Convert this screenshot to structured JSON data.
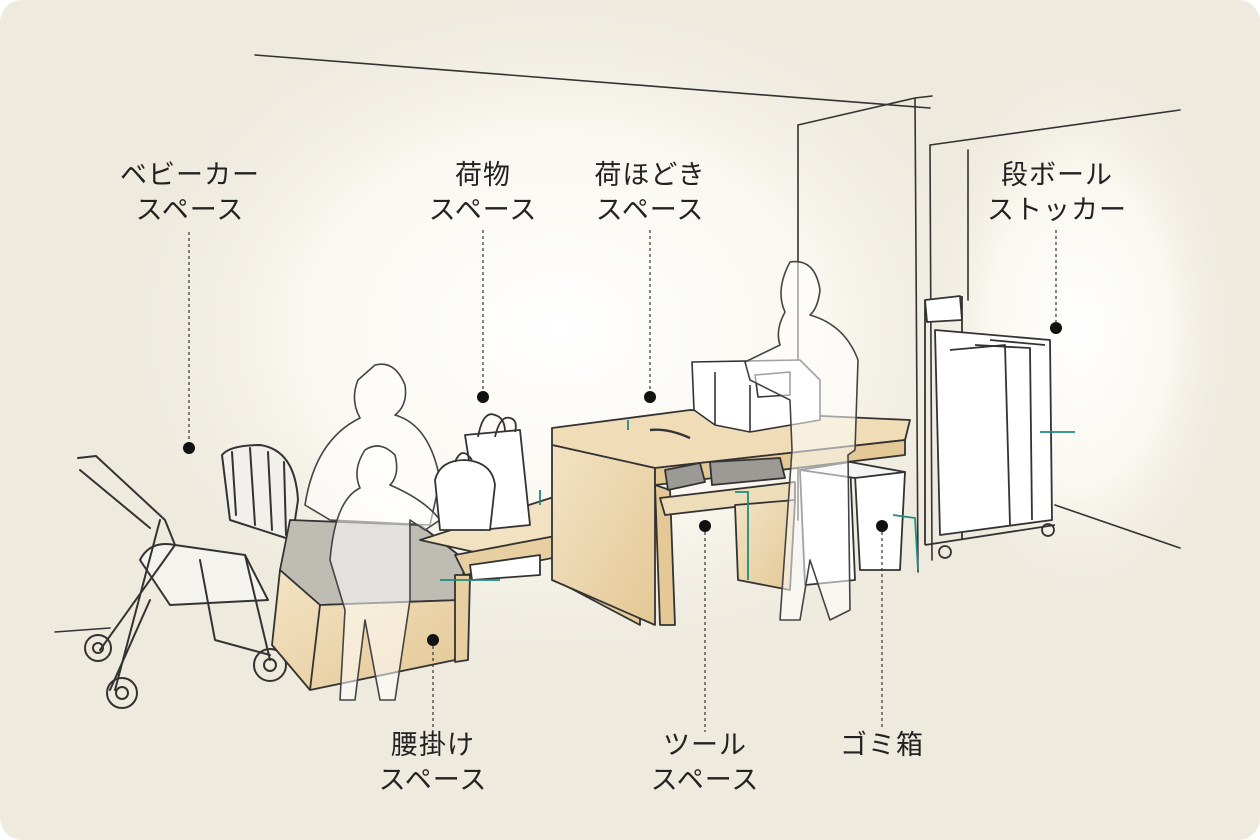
{
  "callouts": [
    {
      "id": "stroller",
      "lines": [
        "ベビーカー",
        "スペース"
      ]
    },
    {
      "id": "luggage",
      "lines": [
        "荷物",
        "スペース"
      ]
    },
    {
      "id": "unpacking",
      "lines": [
        "荷ほどき",
        "スペース"
      ]
    },
    {
      "id": "cardboard",
      "lines": [
        "段ボール",
        "ストッカー"
      ]
    },
    {
      "id": "seating",
      "lines": [
        "腰掛け",
        "スペース"
      ]
    },
    {
      "id": "tool",
      "lines": [
        "ツール",
        "スペース"
      ]
    },
    {
      "id": "trash",
      "lines": [
        "ゴミ箱"
      ]
    }
  ],
  "colors": {
    "background": "#eeeade",
    "wood": "#ecd7b0",
    "accent_line": "#1e8c80",
    "ink": "#222222"
  }
}
